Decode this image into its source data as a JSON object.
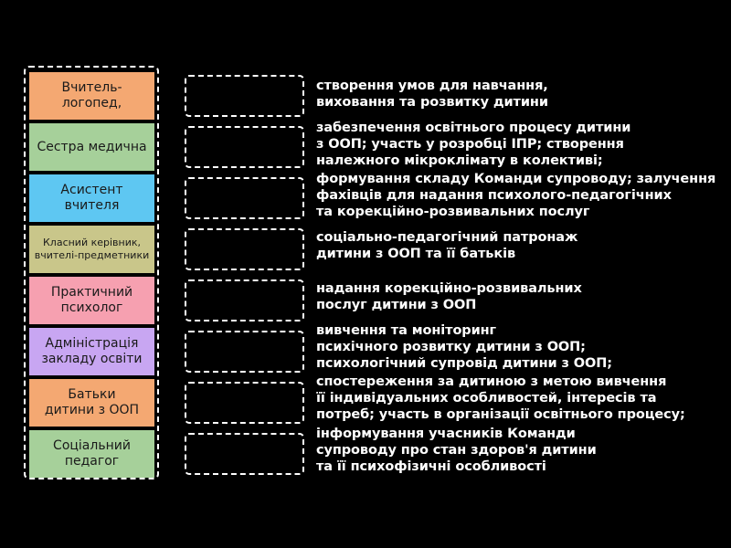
{
  "tiles": [
    {
      "label": "Вчитель-логопед,",
      "color": "#f4a872",
      "small": false
    },
    {
      "label": "Сестра медична",
      "color": "#a6d09a",
      "small": false
    },
    {
      "label": "Асистент\nвчителя",
      "color": "#5ec7f2",
      "small": false
    },
    {
      "label": "Класний керівник,\nвчителі-предметники",
      "color": "#c9c68a",
      "small": true
    },
    {
      "label": "Практичний\nпсихолог",
      "color": "#f6a0b0",
      "small": false
    },
    {
      "label": "Адміністрація\nзакладу освіти",
      "color": "#c8a6f2",
      "small": false
    },
    {
      "label": "Батьки\nдитини з ООП",
      "color": "#f4a872",
      "small": false
    },
    {
      "label": "Соціальний\nпедагог",
      "color": "#a6d09a",
      "small": false
    }
  ],
  "descriptions": [
    "створення умов для навчання,\nвиховання та розвитку дитини",
    "забезпечення освітнього процесу дитини\nз ООП; участь у розробці ІПР; створення\nналежного мікроклімату в колективі;",
    "формування складу Команди супроводу; залучення\nфахівців для надання психолого-педагогічних\nта корекційно-розвивальних послуг",
    "соціально-педагогічний патронаж\nдитини з ООП та її батьків",
    "надання корекційно-розвивальних\nпослуг дитини з ООП",
    "вивчення та моніторинг\nпсихічного розвитку дитини з ООП;\nпсихологічний супровід дитини з ООП;",
    "спостереження за дитиною з метою вивчення\nїї індивідуальних особливостей, інтересів та\nпотреб; участь в організації освітнього процесу;",
    "інформування учасників Команди\nсупроводу про стан здоров'я дитини\nта її психофізичні особливості"
  ]
}
